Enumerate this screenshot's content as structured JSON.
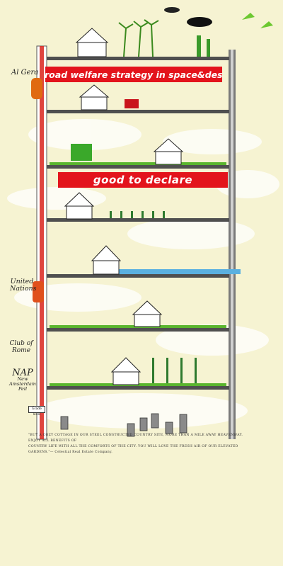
{
  "banners": {
    "top": "a broad welfare strategy in space&design",
    "middle": "good to declare"
  },
  "side_labels": {
    "algera": "Al Gera",
    "united_nations_line1": "United",
    "united_nations_line2": "Nations",
    "club_of_rome": "Club of Rome",
    "nap_big": "NAP",
    "nap_small_1": "New",
    "nap_small_2": "Amsterdam",
    "nap_small_3": "Peil"
  },
  "sign_text": "Grade level",
  "caption_line1": "\"BUY A COZY COTTAGE IN OUR STEEL CONSTRUCTED COUNTRY SITE, MORE THAN A MILE AWAY HEAVENWAY. ENJOY ALL BENEFITS OF",
  "caption_line2": "COUNTRY LIFE WITH ALL THE COMFORTS OF THE CITY. YOU WILL LOVE THE FRESH AIR OF OUR ELEVATED GARDENS.\"— Celestial Real Estate Company.",
  "colors": {
    "background": "#f6f3d2",
    "banner_red": "#e3141c",
    "floor_gray": "#5a5a5a",
    "grass_green": "#5ab52e",
    "water_blue": "#5ab0e0",
    "elevator_red": "#d9241c"
  }
}
